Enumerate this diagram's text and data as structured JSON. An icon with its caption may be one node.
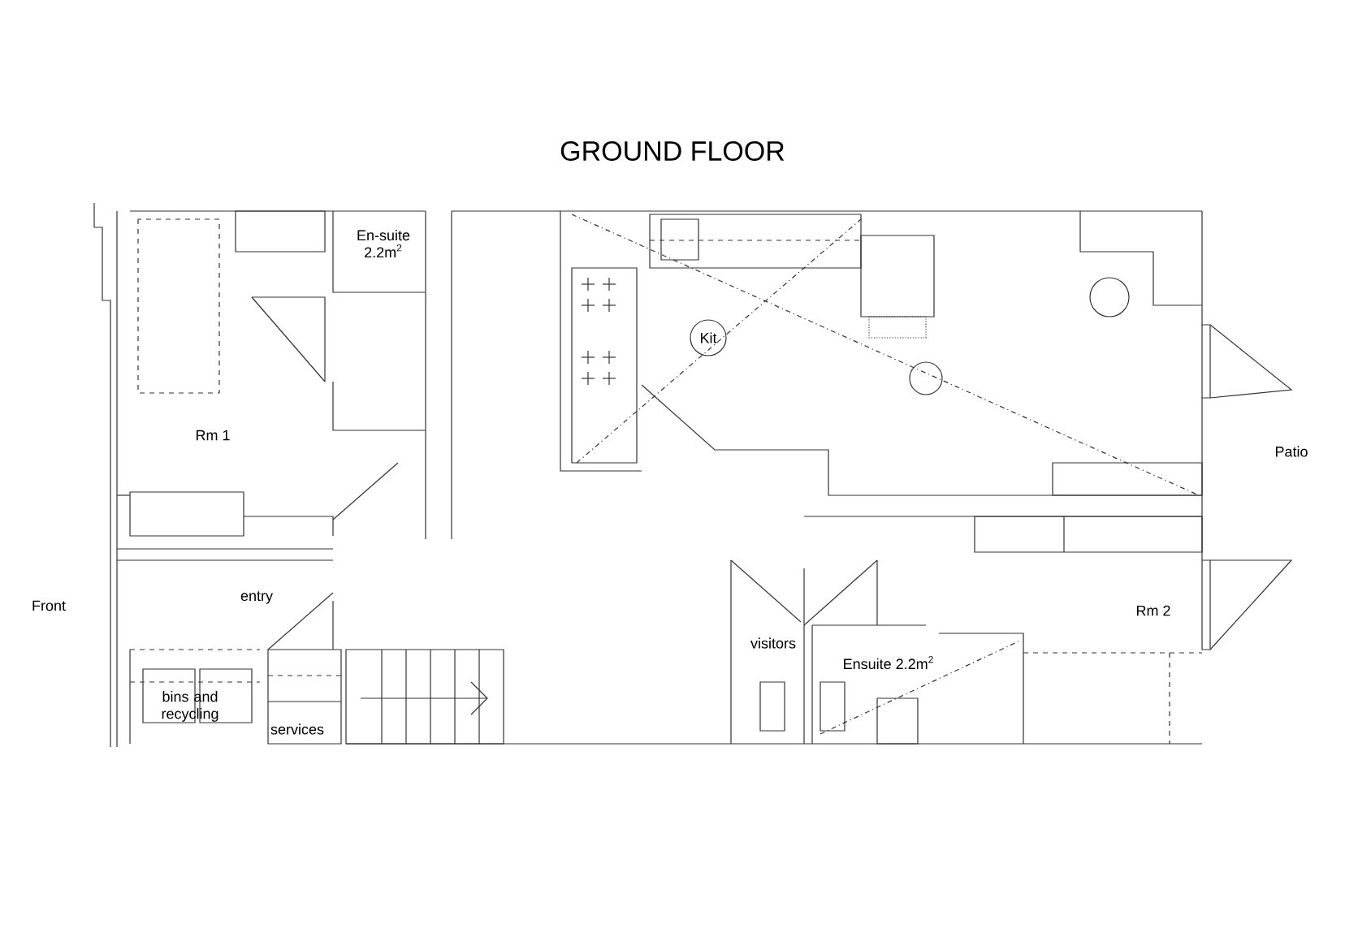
{
  "diagram": {
    "title": "GROUND FLOOR",
    "labels": [
      "En-suite 2.2m$^{2}$",
      "Rm 1",
      "Kit",
      "Patio",
      "Front",
      "entry",
      "bins and recycling",
      "services",
      "visitors",
      "Ensuite 2.2m$^{2}$",
      "Rm 2"
    ]
  }
}
